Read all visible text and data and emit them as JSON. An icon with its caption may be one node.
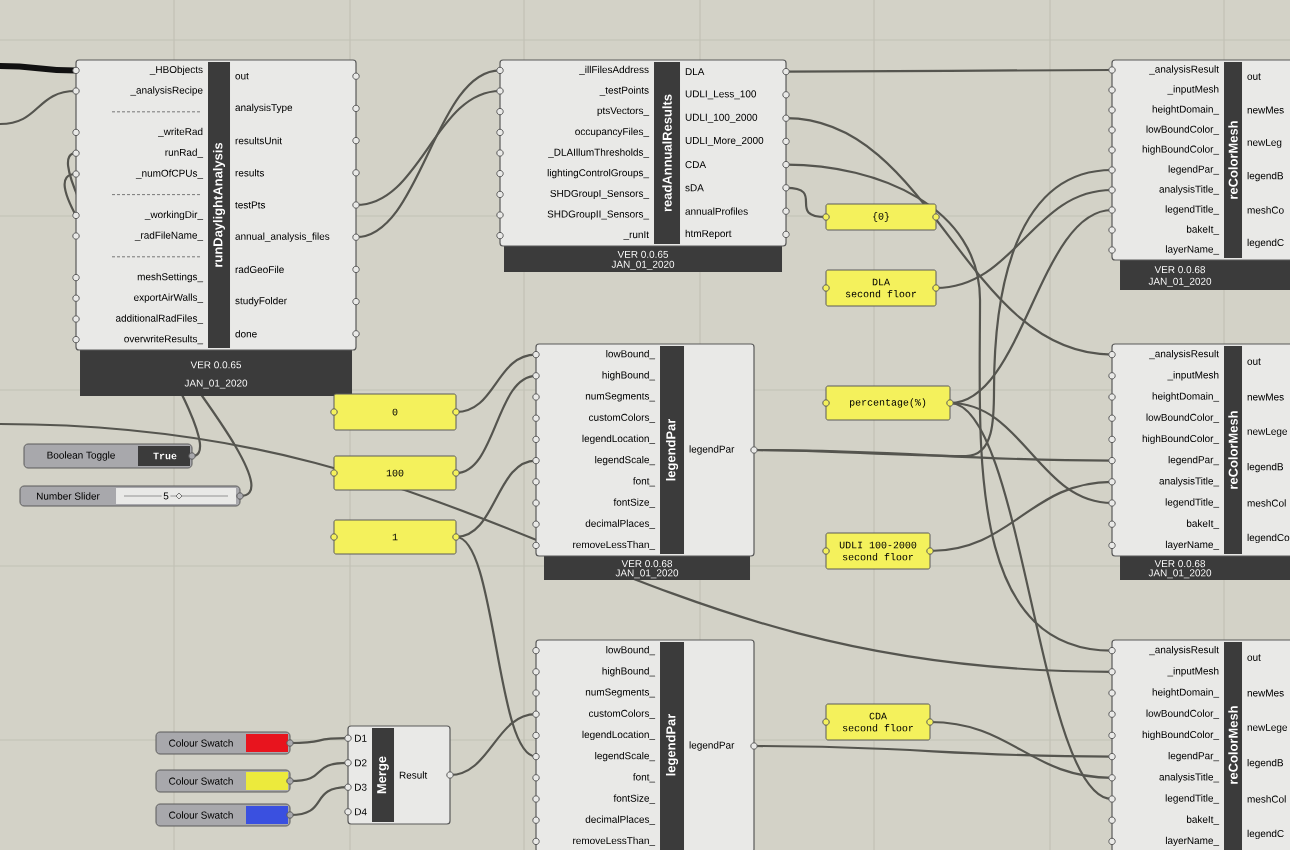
{
  "diagram": {
    "nodes": [
      {
        "text": [
          "_HBObjects",
          "_analysisRecipe",
          "_writeRad",
          "runRad_",
          "_numOfCPUs_",
          "_workingDir_",
          "_radFileName_",
          "meshSettings_",
          "exportAirWalls_",
          "additionalRadFiles_",
          "overwriteResults_",
          "runDaylightAnalysis",
          "out",
          "analysisType",
          "resultsUnit",
          "results",
          "testPts",
          "annual_analysis_files",
          "radGeoFile",
          "studyFolder",
          "done",
          "VER 0.0.65",
          "JAN_01_2020"
        ]
      },
      {
        "text": [
          "_illFilesAddress",
          "_testPoints",
          "ptsVectors_",
          "occupancyFiles_",
          "_DLAIllumThresholds_",
          "lightingControlGroups_",
          "SHDGroupI_Sensors_",
          "SHDGroupII_Sensors_",
          "_runIt",
          "readAnnualResults",
          "DLA",
          "UDLI_Less_100",
          "UDLI_100_2000",
          "UDLI_More_2000",
          "CDA",
          "sDA",
          "annualProfiles",
          "htmReport",
          "VER 0.0.65",
          "JAN_01_2020"
        ]
      },
      {
        "text": [
          "_analysisResult",
          "_inputMesh",
          "heightDomain_",
          "lowBoundColor_",
          "highBoundColor_",
          "legendPar_",
          "analysisTitle_",
          "legendTitle_",
          "bakeIt_",
          "layerName_",
          "reColorMesh",
          "out",
          "newMes",
          "newLeg",
          "legendB",
          "meshCo",
          "legendC",
          "VER 0.0.68",
          "JAN_01_2020"
        ]
      },
      {
        "text": [
          "lowBound_",
          "highBound_",
          "numSegments_",
          "customColors_",
          "legendLocation_",
          "legendScale_",
          "font_",
          "fontSize_",
          "decimalPlaces_",
          "removeLessThan_",
          "legendPar",
          "legendPar",
          "VER 0.0.68",
          "JAN_01_2020"
        ]
      },
      {
        "text": [
          "_analysisResult",
          "_inputMesh",
          "heightDomain_",
          "lowBoundColor_",
          "highBoundColor_",
          "legendPar_",
          "analysisTitle_",
          "legendTitle_",
          "bakeIt_",
          "layerName_",
          "reColorMesh",
          "out",
          "newMes",
          "newLege",
          "legendB",
          "meshCol",
          "legendCo",
          "VER 0.0.68",
          "JAN_01_2020"
        ]
      },
      {
        "text": [
          "lowBound_",
          "highBound_",
          "numSegments_",
          "customColors_",
          "legendLocation_",
          "legendScale_",
          "font_",
          "fontSize_",
          "decimalPlaces_",
          "removeLessThan_",
          "legendPar",
          "legendPar"
        ]
      },
      {
        "text": [
          "_analysisResult",
          "_inputMesh",
          "heightDomain_",
          "lowBoundColor_",
          "highBoundColor_",
          "legendPar_",
          "analysisTitle_",
          "legendTitle_",
          "bakeIt_",
          "layerName_",
          "reColorMesh",
          "out",
          "newMes",
          "newLege",
          "legendB",
          "meshCol",
          "legendC"
        ]
      },
      {
        "text": [
          "{0}"
        ]
      },
      {
        "text": [
          "DLA second floor"
        ]
      },
      {
        "text": [
          "0"
        ]
      },
      {
        "text": [
          "100"
        ]
      },
      {
        "text": [
          "1"
        ]
      },
      {
        "text": [
          "percentage(%)"
        ]
      },
      {
        "text": [
          "UDLI 100-2000 second floor"
        ]
      },
      {
        "text": [
          "CDA second floor"
        ]
      },
      {
        "text": [
          "Boolean Toggle",
          "True"
        ]
      },
      {
        "text": [
          "Number Slider",
          "5"
        ]
      },
      {
        "text": [
          "Colour Swatch"
        ]
      },
      {
        "text": [
          "Colour Swatch"
        ]
      },
      {
        "text": [
          "Colour Swatch"
        ]
      },
      {
        "text": [
          "D1",
          "D2",
          "D3",
          "D4",
          "Merge",
          "Result"
        ]
      }
    ],
    "edges": [
      {
        "from": null,
        "to": 0,
        "arrow": "none",
        "style": "thick",
        "color": "#111111"
      },
      {
        "from": null,
        "to": 0,
        "arrow": "none"
      },
      {
        "from": 15,
        "to": 0,
        "arrow": "none"
      },
      {
        "from": 16,
        "to": 0,
        "arrow": "none"
      },
      {
        "from": 0,
        "to": 1,
        "arrow": "none"
      },
      {
        "from": 0,
        "to": 1,
        "arrow": "none"
      },
      {
        "from": 1,
        "to": 2,
        "arrow": "none"
      },
      {
        "from": 1,
        "to": 4,
        "arrow": "none"
      },
      {
        "from": 1,
        "to": 6,
        "arrow": "none"
      },
      {
        "from": 1,
        "to": 7,
        "arrow": "none"
      },
      {
        "from": 8,
        "to": 2,
        "arrow": "none"
      },
      {
        "from": 12,
        "to": 2,
        "arrow": "none"
      },
      {
        "from": 3,
        "to": 2,
        "arrow": "none"
      },
      {
        "from": 9,
        "to": 3,
        "arrow": "none"
      },
      {
        "from": 10,
        "to": 3,
        "arrow": "none"
      },
      {
        "from": 11,
        "to": 3,
        "arrow": "none"
      },
      {
        "from": 11,
        "to": 5,
        "arrow": "none"
      },
      {
        "from": 3,
        "to": 4,
        "arrow": "none"
      },
      {
        "from": 12,
        "to": 4,
        "arrow": "none"
      },
      {
        "from": 13,
        "to": 4,
        "arrow": "none"
      },
      {
        "from": 17,
        "to": 20,
        "arrow": "none"
      },
      {
        "from": 18,
        "to": 20,
        "arrow": "none"
      },
      {
        "from": 19,
        "to": 20,
        "arrow": "none"
      },
      {
        "from": 20,
        "to": 5,
        "arrow": "none"
      },
      {
        "from": 5,
        "to": 6,
        "arrow": "none"
      },
      {
        "from": 14,
        "to": 6,
        "arrow": "none"
      },
      {
        "from": null,
        "to": 6,
        "arrow": "none"
      },
      {
        "from": 12,
        "to": 6,
        "arrow": "none"
      }
    ]
  }
}
